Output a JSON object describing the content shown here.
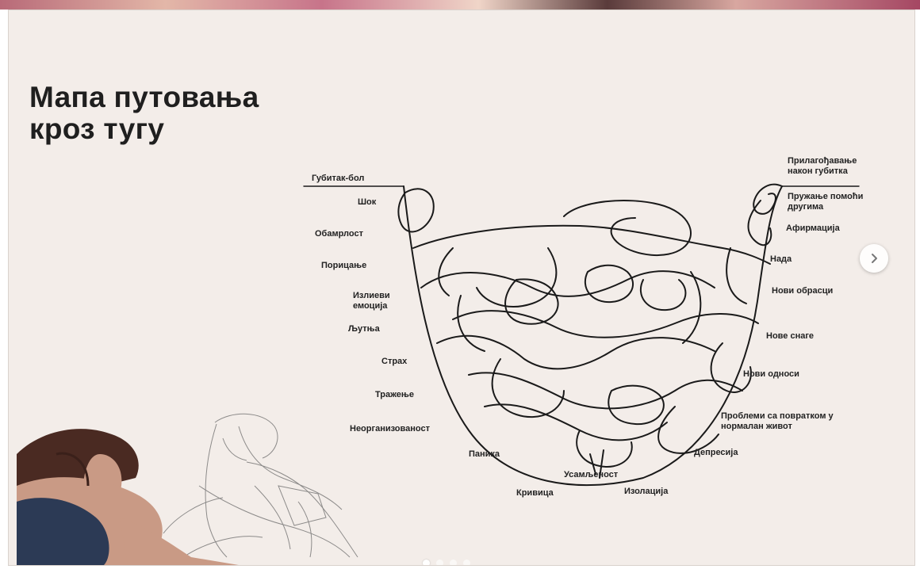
{
  "slide": {
    "title_line1": "Мапа путовања",
    "title_line2": "кроз тугу"
  },
  "stages_left": [
    "Губитак-бол",
    "Шок",
    "Обамрлост",
    "Порицање",
    "Излиеви емоција",
    "Љутња",
    "Страх",
    "Тражење",
    "Неорганизованост",
    "Паника"
  ],
  "stages_bottom": [
    "Кривица",
    "Усамљеност",
    "Изолација"
  ],
  "stages_right": [
    "Прилагођавање након губитка",
    "Пружање помоћи другима",
    "Афирмација",
    "Нада",
    "Нови обрасци",
    "Нове снаге",
    "Нови односи",
    "Проблеми са повратком у нормалан живот",
    "Депресија"
  ],
  "carousel": {
    "total_slides": 4,
    "active_index": 0,
    "next_icon": "chevron-right-icon"
  },
  "colors": {
    "slide_background": "#f3ede9",
    "ink": "#1f1f1f",
    "hair": "#4a2a22",
    "skin": "#c99a85",
    "dress": "#2c3a55"
  }
}
